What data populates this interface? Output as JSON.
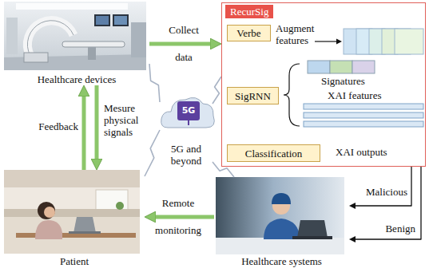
{
  "diagram": {
    "nodes": [
      {
        "text": [
          "Healthcare devices"
        ]
      },
      {
        "text": [
          "RecurSig"
        ]
      },
      {
        "text": [
          "Verbe"
        ],
        "in": 1
      },
      {
        "text": [
          "SigRNN"
        ],
        "in": 1
      },
      {
        "text": [
          "Classification"
        ],
        "in": 1
      },
      {
        "text": [
          "5G and beyond"
        ]
      },
      {
        "text": [
          "Patient"
        ]
      },
      {
        "text": [
          "Healthcare systems"
        ]
      }
    ],
    "edges": [
      {
        "from": 0,
        "to": 1,
        "label": "Collect data",
        "arrow": "to"
      },
      {
        "from": 6,
        "to": 0,
        "label": "Feedback",
        "arrow": "to"
      },
      {
        "from": 0,
        "to": 6,
        "label": "Mesure physical signals",
        "arrow": "to"
      },
      {
        "from": 7,
        "to": 6,
        "label": "Remote monitoring",
        "arrow": "to"
      },
      {
        "from": 1,
        "to": 7,
        "label": "Malicious",
        "arrow": "to"
      },
      {
        "from": 1,
        "to": 7,
        "label": "Benign",
        "arrow": "to"
      },
      {
        "from": 5,
        "to": 0,
        "arrow": "none"
      },
      {
        "from": 5,
        "to": 1,
        "arrow": "none"
      },
      {
        "from": 5,
        "to": 6,
        "arrow": "none"
      },
      {
        "from": 5,
        "to": 7,
        "arrow": "none"
      }
    ],
    "labels": [
      "Augment features",
      "Signatures",
      "XAI features",
      "XAI outputs",
      "5G"
    ]
  }
}
